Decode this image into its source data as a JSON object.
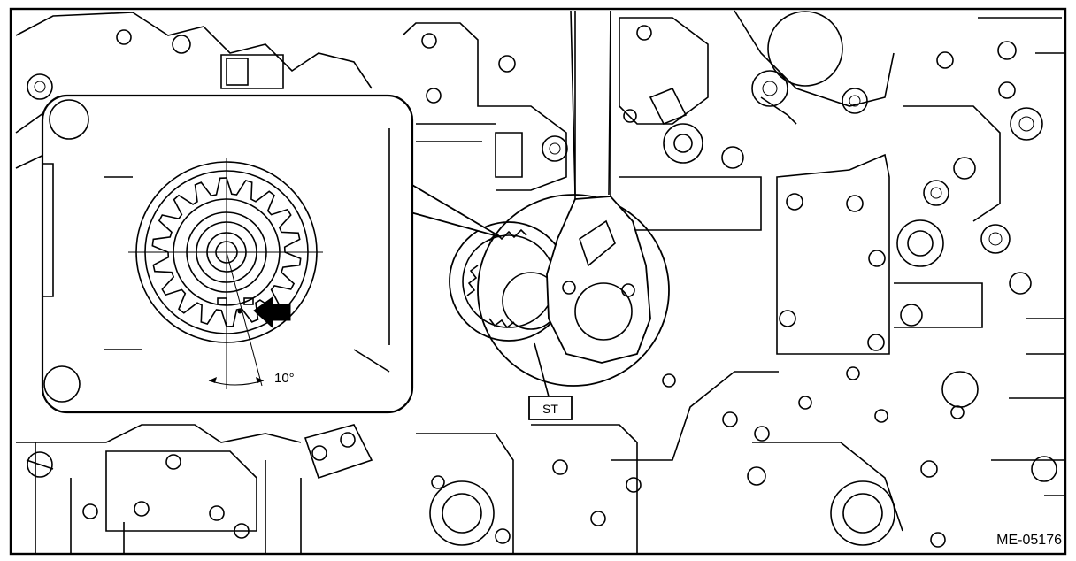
{
  "figure": {
    "code": "ME-05176",
    "tool_label": "ST",
    "angle_label": "10°"
  },
  "icons": {
    "pointer": "arrow-pointer-icon"
  }
}
